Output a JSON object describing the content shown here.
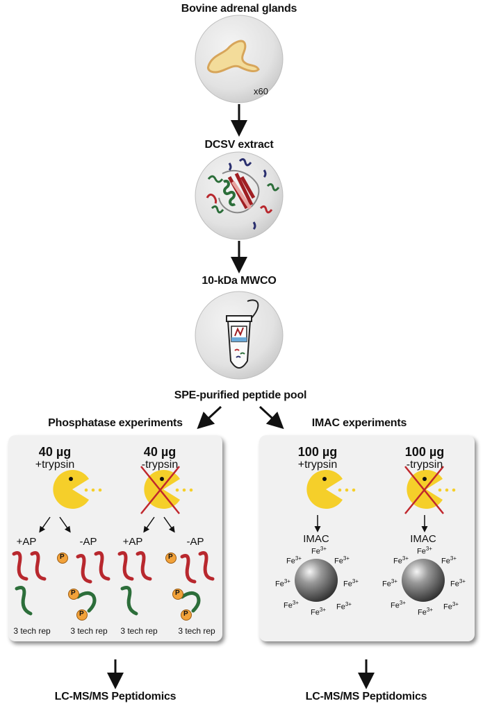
{
  "steps": {
    "bovine": "Bovine adrenal glands",
    "magnification": "x60",
    "dcsv": "DCSV extract",
    "mwco": "10-kDa MWCO",
    "spe": "SPE-purified peptide pool"
  },
  "phosphatase": {
    "title": "Phosphatase experiments",
    "left": {
      "amount": "40 µg",
      "condition": "+trypsin"
    },
    "right": {
      "amount": "40 µg",
      "condition": "-trypsin"
    },
    "plus_ap": "+AP",
    "minus_ap": "-AP",
    "phospho_label": "P",
    "tech_rep": "3 tech rep"
  },
  "imac": {
    "title": "IMAC experiments",
    "left": {
      "amount": "100 µg",
      "condition": "+trypsin"
    },
    "right": {
      "amount": "100 µg",
      "condition": "-trypsin"
    },
    "imac_label": "IMAC",
    "fe_base": "Fe",
    "fe_charge": "3+"
  },
  "outputs": {
    "left": "LC-MS/MS Peptidomics",
    "right": "LC-MS/MS Peptidomics"
  },
  "colors": {
    "pacman": "#f5cf2a",
    "red_peptide": "#b8282e",
    "green_peptide": "#2c6e3a",
    "phospho": "#f2a23a",
    "cross": "#c0272d",
    "panel": "#f1f1f1"
  }
}
